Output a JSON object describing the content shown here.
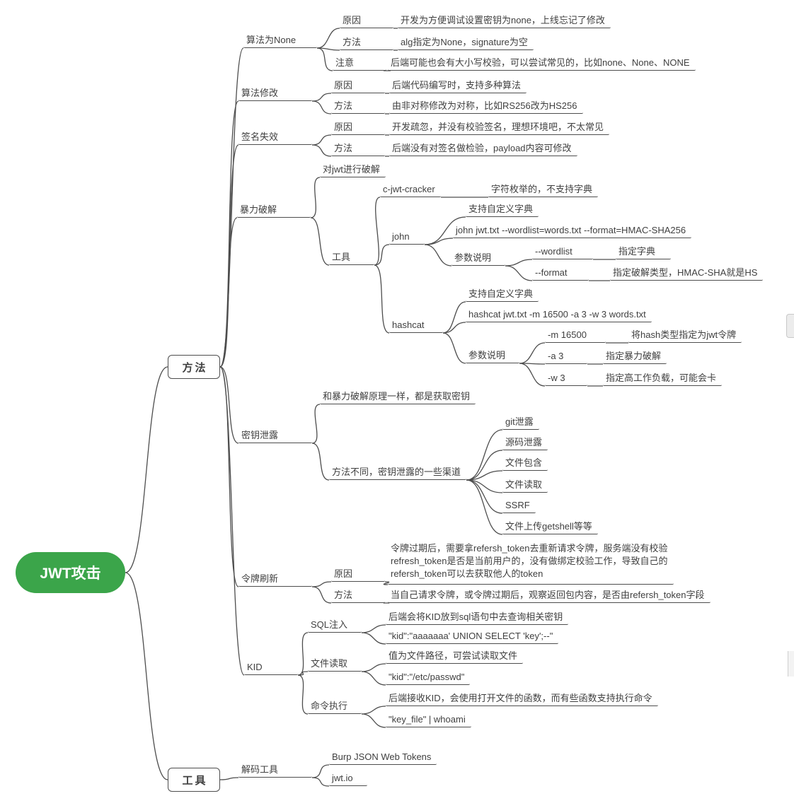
{
  "colors": {
    "root_fill": "#3ba54a",
    "line": "#4d4d4d",
    "text": "#3f3f3f"
  },
  "root": {
    "label": "JWT攻击"
  },
  "methods": {
    "label": "方法",
    "none_alg": {
      "label": "算法为None",
      "rows": [
        {
          "k": "原因",
          "v": "开发为方便调试设置密钥为none，上线忘记了修改"
        },
        {
          "k": "方法",
          "v": "alg指定为None，signature为空"
        },
        {
          "k": "注意",
          "v": "后端可能也会有大小写校验，可以尝试常见的，比如none、None、NONE"
        }
      ]
    },
    "alg_modify": {
      "label": "算法修改",
      "rows": [
        {
          "k": "原因",
          "v": "后端代码编写时，支持多种算法"
        },
        {
          "k": "方法",
          "v": "由非对称修改为对称，比如RS256改为HS256"
        }
      ]
    },
    "sig_invalid": {
      "label": "签名失效",
      "rows": [
        {
          "k": "原因",
          "v": "开发疏忽，并没有校验签名，理想环境吧，不太常见"
        },
        {
          "k": "方法",
          "v": "后端没有对签名做检验，payload内容可修改"
        }
      ]
    },
    "brute_force": {
      "label": "暴力破解",
      "note": "对jwt进行破解",
      "tools_label": "工具",
      "cracker": {
        "name": "c-jwt-cracker",
        "desc": "字符枚举的，不支持字典"
      },
      "john": {
        "name": "john",
        "dict_note": "支持自定义字典",
        "cmd": "john jwt.txt --wordlist=words.txt --format=HMAC-SHA256",
        "params_label": "参数说明",
        "params": [
          {
            "k": "--wordlist",
            "v": "指定字典"
          },
          {
            "k": "--format",
            "v": "指定破解类型，HMAC-SHA就是HS"
          }
        ]
      },
      "hashcat": {
        "name": "hashcat",
        "dict_note": "支持自定义字典",
        "cmd": "hashcat jwt.txt -m 16500 -a 3 -w 3 words.txt",
        "params_label": "参数说明",
        "params": [
          {
            "k": "-m 16500",
            "v": "将hash类型指定为jwt令牌"
          },
          {
            "k": "-a 3",
            "v": "指定暴力破解"
          },
          {
            "k": "-w 3",
            "v": "指定高工作负载，可能会卡"
          }
        ]
      }
    },
    "key_leak": {
      "label": "密钥泄露",
      "note1": "和暴力破解原理一样，都是获取密钥",
      "note2": "方法不同，密钥泄露的一些渠道",
      "channels": [
        "git泄露",
        "源码泄露",
        "文件包含",
        "文件读取",
        "SSRF",
        "文件上传getshell等等"
      ]
    },
    "token_refresh": {
      "label": "令牌刷新",
      "reason_label": "原因",
      "reason_lines": [
        "令牌过期后，需要拿refersh_token去重新请求令牌，服务端没有校验",
        "refresh_token是否是当前用户的，没有做绑定校验工作，导致自己的",
        "refersh_token可以去获取他人的token"
      ],
      "method_label": "方法",
      "method_text": "当自己请求令牌，或令牌过期后，观察返回包内容，是否由refersh_token字段"
    },
    "kid": {
      "label": "KID",
      "sqli": {
        "label": "SQL注入",
        "note": "后端会将KID放到sql语句中去查询相关密钥",
        "payload": "\"kid\":\"aaaaaaa' UNION SELECT 'key';--\""
      },
      "file_read": {
        "label": "文件读取",
        "note": "值为文件路径，可尝试读取文件",
        "payload": "\"kid\":\"/etc/passwd\""
      },
      "cmd_exec": {
        "label": "命令执行",
        "note": "后端接收KID，会使用打开文件的函数，而有些函数支持执行命令",
        "payload": "\"key_file\" | whoami"
      }
    }
  },
  "tools": {
    "label": "工具",
    "decode": {
      "label": "解码工具",
      "items": [
        "Burp JSON Web Tokens",
        "jwt.io"
      ]
    }
  }
}
